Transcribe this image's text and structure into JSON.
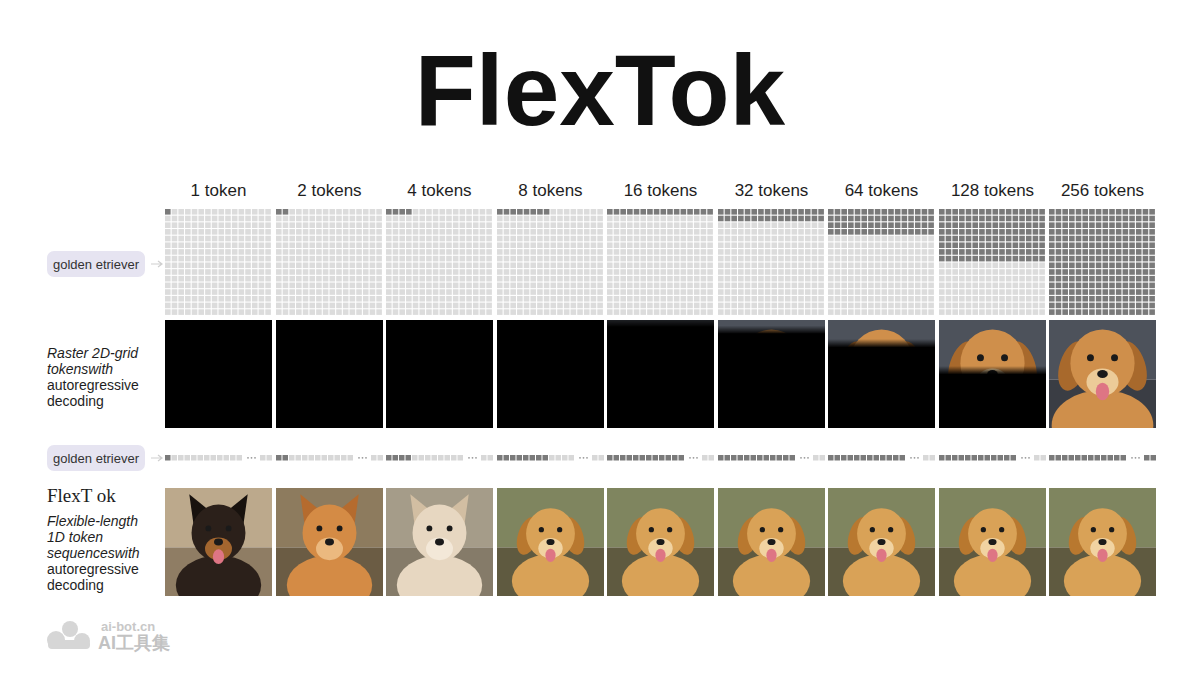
{
  "diagram": {
    "title": "FlexTok",
    "nodes": [
      {
        "text": [
          "golden etriever"
        ]
      },
      {
        "text": [
          "golden etriever"
        ]
      }
    ],
    "labels": [
      "1 token",
      "2 tokens",
      "4 tokens",
      "8 tokens",
      "16 tokens",
      "32 tokens",
      "64 tokens",
      "128 tokens",
      "256 tokens",
      "Raster 2D-grid tokenswith",
      "autoregressive decoding",
      "FlexT ok",
      "Flexible-length 1D token sequenceswith",
      "autoregressive decoding",
      "ai-bot.cn",
      "AI工具集"
    ]
  }
}
